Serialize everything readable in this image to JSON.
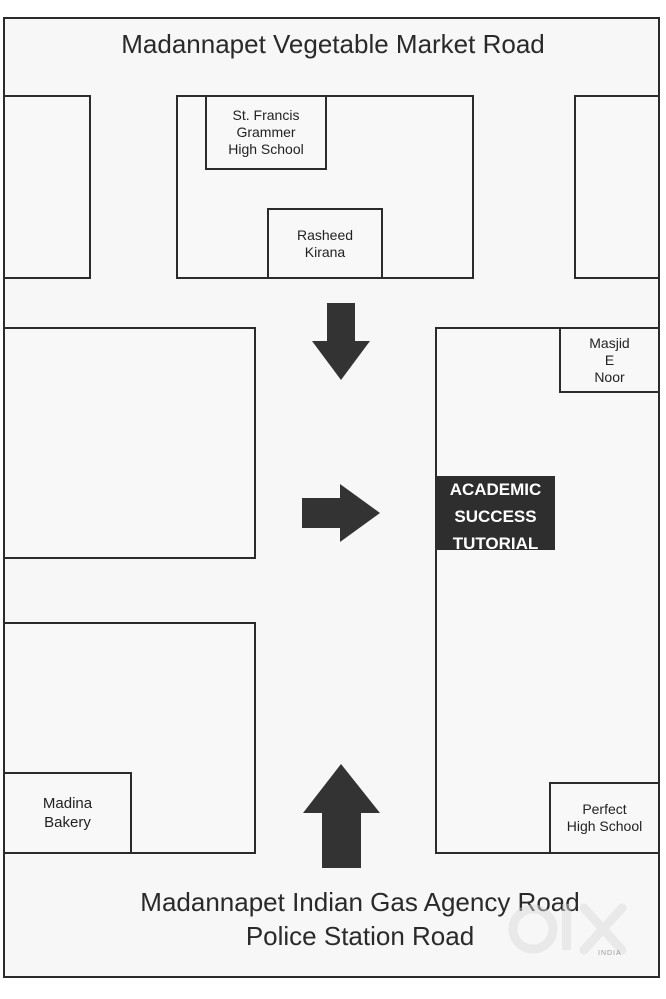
{
  "roads": {
    "top": "Madannapet Vegetable Market Road",
    "bottom_line1": "Madannapet Indian Gas Agency Road",
    "bottom_line2": "Police Station Road"
  },
  "landmarks": {
    "school_top": "St. Francis\nGrammer\nHigh School",
    "kirana": "Rasheed\nKirana",
    "masjid": "Masjid\nE\nNoor",
    "bakery": "Madina\nBakery",
    "school_bottom": "Perfect\nHigh School"
  },
  "destination": "ACADEMIC\nSUCCESS\nTUTORIAL",
  "watermark": {
    "brand": "olx",
    "country": "INDIA"
  },
  "colors": {
    "line": "#2b2b2b",
    "highlight": "#2e2e2e",
    "arrow": "#333333"
  }
}
